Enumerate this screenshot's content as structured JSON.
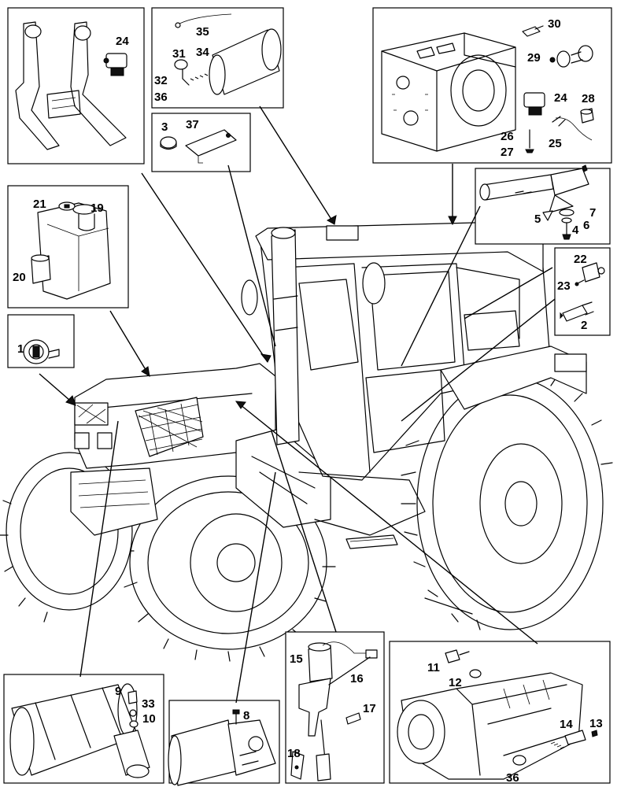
{
  "callouts": {
    "c24a": "24",
    "c35": "35",
    "c31": "31",
    "c34": "34",
    "c32": "32",
    "c36a": "36",
    "c3": "3",
    "c37": "37",
    "c30": "30",
    "c29": "29",
    "c24b": "24",
    "c28": "28",
    "c26": "26",
    "c27": "27",
    "c25": "25",
    "c21": "21",
    "c19": "19",
    "c20": "20",
    "c7": "7",
    "c5": "5",
    "c6": "6",
    "c4": "4",
    "c22": "22",
    "c23": "23",
    "c2": "2",
    "c1": "1",
    "c9": "9",
    "c33": "33",
    "c10": "10",
    "c8": "8",
    "c15": "15",
    "c16": "16",
    "c17": "17",
    "c18": "18",
    "c11": "11",
    "c12": "12",
    "c14": "14",
    "c13": "13",
    "c36b": "36"
  }
}
